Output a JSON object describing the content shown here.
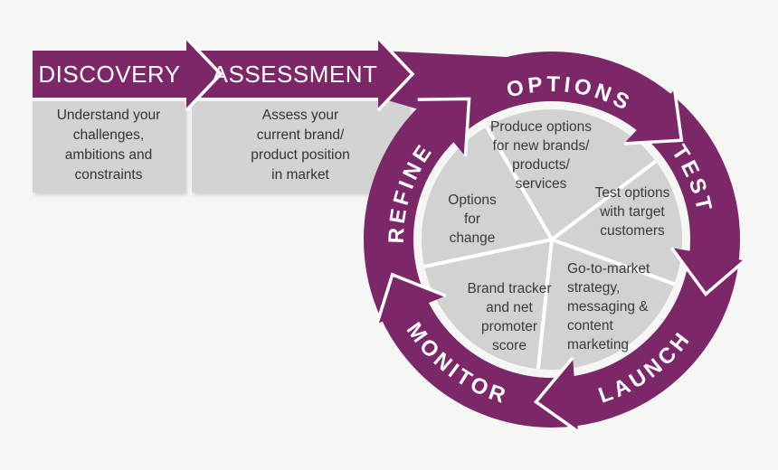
{
  "flow": {
    "steps": [
      {
        "label": "DISCOVERY",
        "description": "Understand your\nchallenges,\nambitions and\nconstraints"
      },
      {
        "label": "ASSESSMENT",
        "description": "Assess your\ncurrent brand/\nproduct position\nin market"
      }
    ]
  },
  "cycle": {
    "stages": [
      {
        "label": "OPTIONS",
        "detail": "Produce options\nfor new brands/\nproducts/\nservices"
      },
      {
        "label": "TEST",
        "detail": "Test options\nwith target\ncustomers"
      },
      {
        "label": "LAUNCH",
        "detail": "Go-to-market\nstrategy,\nmessaging &\ncontent\nmarketing"
      },
      {
        "label": "MONITOR",
        "detail": "Brand tracker\nand net\npromoter\nscore"
      },
      {
        "label": "REFINE",
        "detail": "Options\nfor\nchange"
      }
    ]
  },
  "colors": {
    "purple": "#7c2768",
    "box_gray": "#d3d3d3",
    "disc_gray": "#d2d2d2",
    "dark_text": "#3a3a3a",
    "separator_white": "#ffffff",
    "background": "#f6f6f5"
  }
}
